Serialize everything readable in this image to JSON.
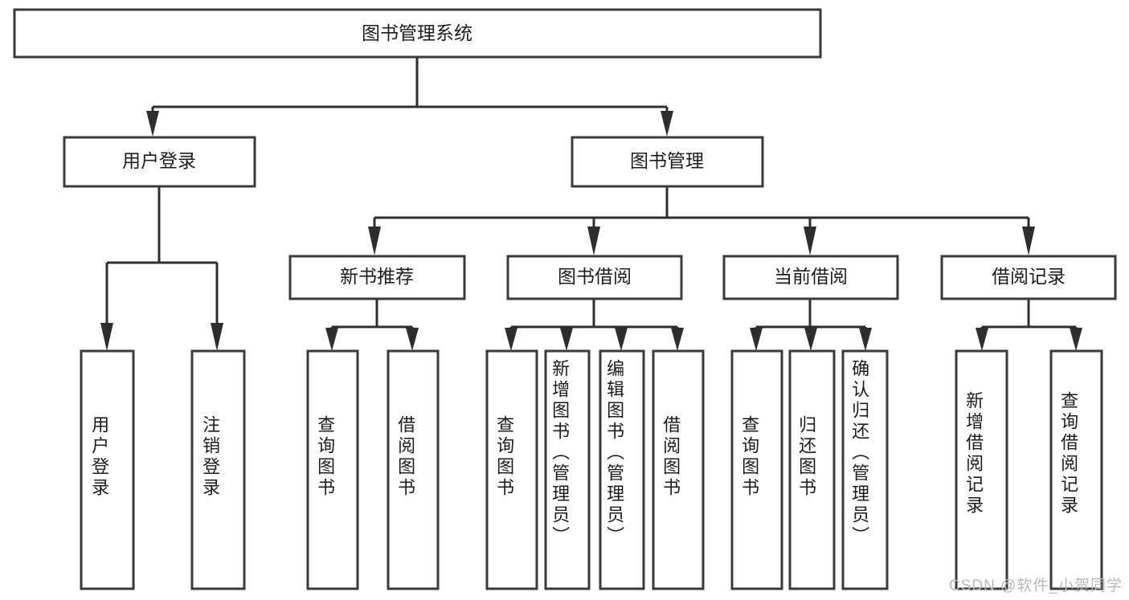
{
  "diagram": {
    "title": "图书管理系统",
    "type": "tree-hierarchy",
    "root": {
      "id": "root",
      "label": "图书管理系统"
    },
    "level1": [
      {
        "id": "user-login",
        "label": "用户登录"
      },
      {
        "id": "book-manage",
        "label": "图书管理"
      }
    ],
    "level2": [
      {
        "id": "new-book-recommend",
        "label": "新书推荐",
        "parent": "book-manage"
      },
      {
        "id": "book-borrow",
        "label": "图书借阅",
        "parent": "book-manage"
      },
      {
        "id": "current-borrow",
        "label": "当前借阅",
        "parent": "book-manage"
      },
      {
        "id": "borrow-record",
        "label": "借阅记录",
        "parent": "book-manage"
      }
    ],
    "leaves": [
      {
        "id": "leaf-user-login",
        "label": "用户登录",
        "parent": "user-login"
      },
      {
        "id": "leaf-logout-login",
        "label": "注销登录",
        "parent": "user-login"
      },
      {
        "id": "leaf-query-book-1",
        "label": "查询图书",
        "parent": "new-book-recommend"
      },
      {
        "id": "leaf-borrow-book-1",
        "label": "借阅图书",
        "parent": "new-book-recommend"
      },
      {
        "id": "leaf-query-book-2",
        "label": "查询图书",
        "parent": "book-borrow"
      },
      {
        "id": "leaf-add-book",
        "label": "新增图书（管理员）",
        "parent": "book-borrow"
      },
      {
        "id": "leaf-edit-book",
        "label": "编辑图书（管理员）",
        "parent": "book-borrow"
      },
      {
        "id": "leaf-borrow-book-2",
        "label": "借阅图书",
        "parent": "book-borrow"
      },
      {
        "id": "leaf-query-book-3",
        "label": "查询图书",
        "parent": "current-borrow"
      },
      {
        "id": "leaf-return-book",
        "label": "归还图书",
        "parent": "current-borrow"
      },
      {
        "id": "leaf-confirm-return",
        "label": "确认归还（管理员）",
        "parent": "current-borrow"
      },
      {
        "id": "leaf-add-record",
        "label": "新增借阅记录",
        "parent": "borrow-record"
      },
      {
        "id": "leaf-query-record",
        "label": "查询借阅记录",
        "parent": "borrow-record"
      }
    ]
  },
  "watermark": {
    "text": "CSDN @软件_小贺同学"
  },
  "colors": {
    "box_stroke": "#3a3a3a",
    "connector": "#2e2e2e",
    "text": "#1c1c1c",
    "background": "#ffffff",
    "watermark": "#b9b9b9"
  }
}
